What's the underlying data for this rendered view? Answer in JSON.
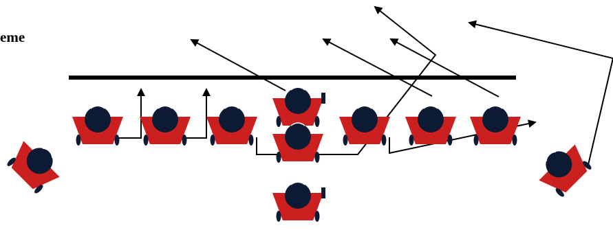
{
  "page": {
    "title_fragment": "eme"
  },
  "colors": {
    "background": "#ffffff",
    "player_body": "#cc1f1f",
    "player_head": "#0d1a33",
    "line": "#000000"
  },
  "players": [
    {
      "id": "left-tackle",
      "role": "lineman",
      "facing": "up"
    },
    {
      "id": "left-guard",
      "role": "lineman",
      "facing": "up"
    },
    {
      "id": "left-inner",
      "role": "lineman",
      "facing": "up"
    },
    {
      "id": "center-marker",
      "role": "center",
      "facing": "up",
      "marker": true
    },
    {
      "id": "right-inner",
      "role": "lineman",
      "facing": "up"
    },
    {
      "id": "right-guard",
      "role": "lineman",
      "facing": "up"
    },
    {
      "id": "right-tackle",
      "role": "lineman",
      "facing": "up"
    },
    {
      "id": "quarterback",
      "role": "back",
      "facing": "up"
    },
    {
      "id": "deep-back",
      "role": "back",
      "facing": "up",
      "marker": true
    },
    {
      "id": "left-receiver",
      "role": "receiver",
      "facing": "up-right"
    },
    {
      "id": "right-receiver",
      "role": "receiver",
      "facing": "up-left"
    }
  ],
  "routes": [
    {
      "id": "route-left-1",
      "type": "up"
    },
    {
      "id": "route-left-2",
      "type": "up"
    },
    {
      "id": "route-center-post",
      "type": "post"
    },
    {
      "id": "route-right-cross-1",
      "type": "cross"
    },
    {
      "id": "route-right-cross-2",
      "type": "cross"
    },
    {
      "id": "route-back-deep",
      "type": "deep"
    },
    {
      "id": "route-right-flat",
      "type": "flat"
    },
    {
      "id": "route-right-receiver-deep",
      "type": "deep"
    }
  ]
}
